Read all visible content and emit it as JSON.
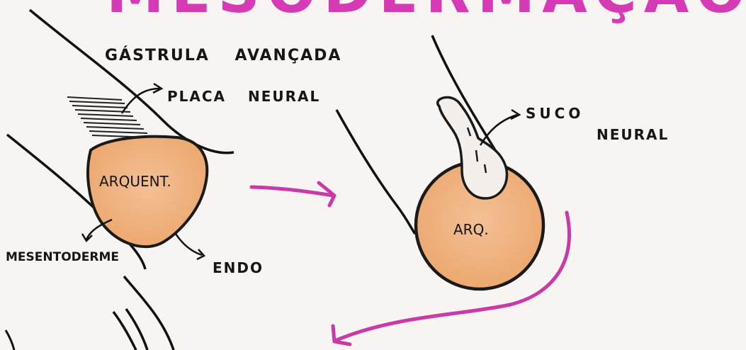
{
  "title": "MESODERMAÇÃO",
  "colors": {
    "ink": "#111111",
    "magenta": "#c93aa8",
    "title_magenta": "#d63bb5",
    "archenteron_fill": "#f0b27e",
    "archenteron_stroke": "#1a1a1a",
    "paper": "#f7f4f1",
    "neural_fill": "#f4efea"
  },
  "labels": {
    "gastrula": "GÁSTRULA AVANÇADA",
    "placa": "PLACA NEURAL",
    "arquent": "ARQUENT.",
    "mesentoderme": "MESENTODERME",
    "endo": "ENDO",
    "suco": "SUCO",
    "neural": "NEURAL",
    "arq": "ARQ."
  },
  "icons": {
    "arrow_placa": "curved-arrow-icon",
    "arrow_meso": "arrow-icon",
    "arrow_endo": "arrow-icon",
    "arrow_suco": "curved-arrow-icon",
    "arrow_center": "arrow-right-icon",
    "arrow_down": "curved-arrow-down-icon"
  }
}
